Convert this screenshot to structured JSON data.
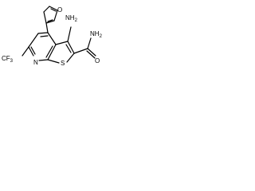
{
  "labels": {
    "amino": "NH",
    "amino_sub": "2",
    "amide_n": "NH",
    "amide_n_sub": "2",
    "amide_o": "O",
    "furan_o": "O",
    "ring_n": "N",
    "ring_s": "S",
    "cf3": "CF",
    "cf3_sub": "3"
  }
}
